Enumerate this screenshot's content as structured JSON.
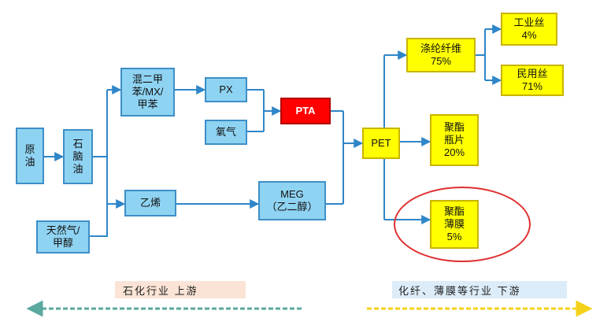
{
  "nodes": {
    "crude_oil": "原\n油",
    "naphtha": "石\n脑\n油",
    "natgas_methanol": "天然气/\n甲醇",
    "mixed_xylene": "混二甲\n苯/MX/\n甲苯",
    "px": "PX",
    "oxygen": "氧气",
    "pta": "PTA",
    "ethylene": "乙烯",
    "meg": "MEG\n（乙二醇）",
    "pet": "PET",
    "polyester_fiber": "涤纶纤维\n75%",
    "industrial_yarn": "工业丝\n4%",
    "civil_yarn": "民用丝\n71%",
    "bottle_chip": "聚酯\n瓶片\n20%",
    "polyester_film": "聚酯\n薄膜\n5%"
  },
  "banners": {
    "upstream": "石化行业 上游",
    "downstream": "化纤、薄膜等行业 下游"
  },
  "colors": {
    "blue_fill": "#8fd3f2",
    "yellow_fill": "#ffff00",
    "pta_fill": "#ff0000",
    "arrow": "#2e86c8",
    "highlight_oval": "#e03030",
    "upstream_arrow": "#5aa8a0",
    "downstream_arrow": "#f5d21a"
  }
}
